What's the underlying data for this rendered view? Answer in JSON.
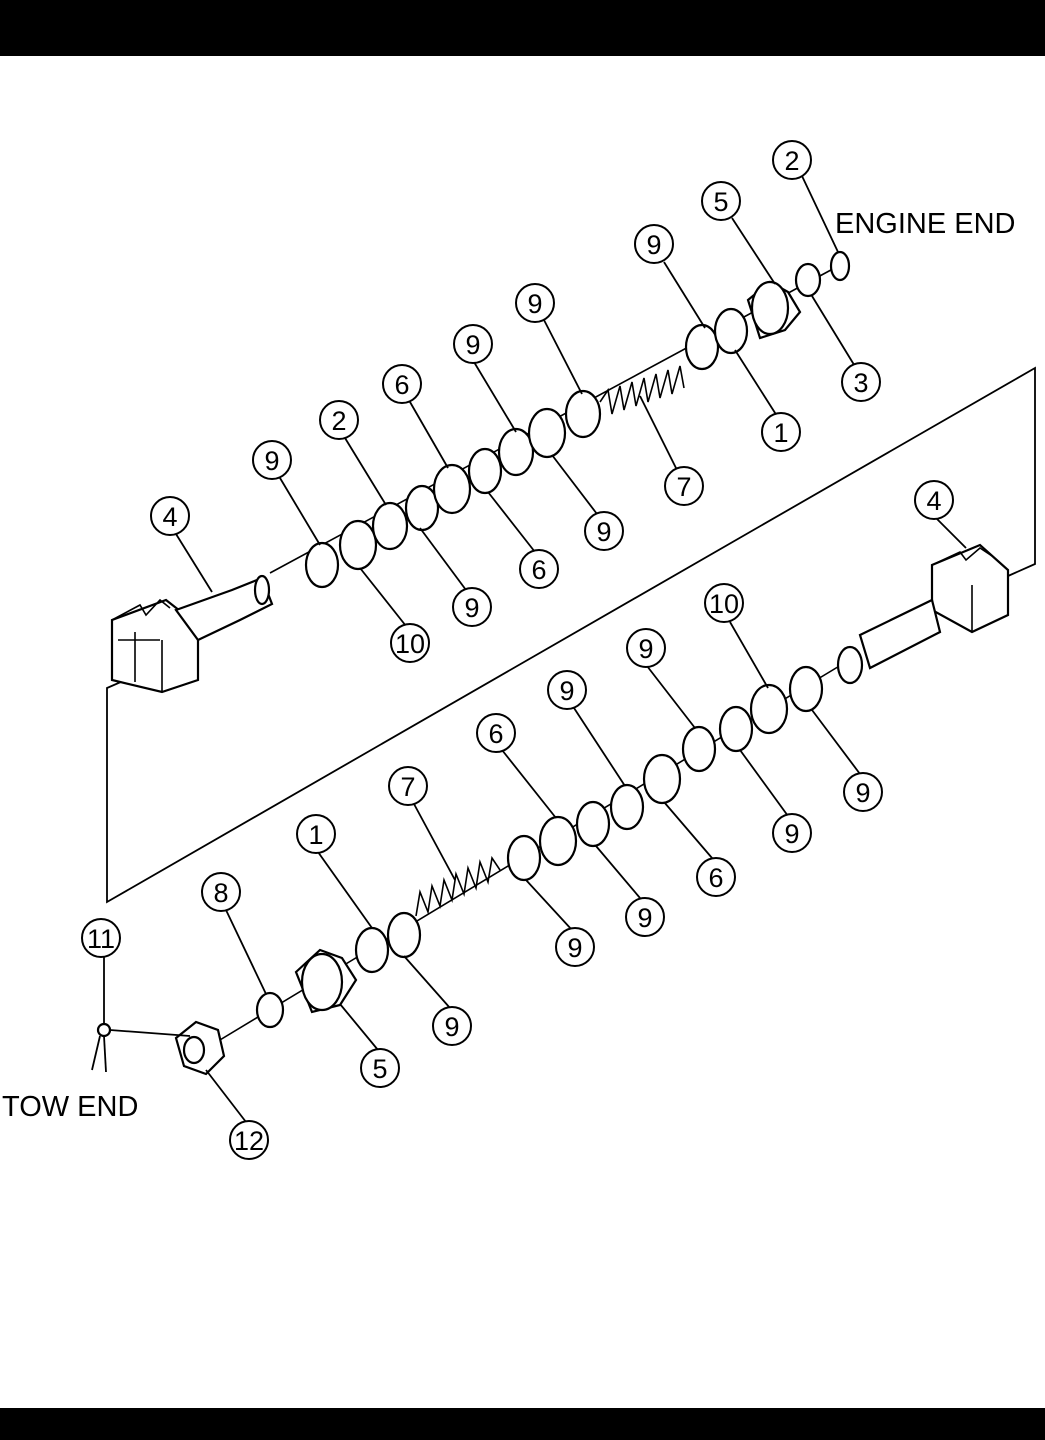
{
  "labels": {
    "engine_end": "ENGINE END",
    "tow_end": "TOW END"
  },
  "callouts": [
    {
      "id": "c-a-2",
      "text": "2"
    },
    {
      "id": "c-a-5",
      "text": "5"
    },
    {
      "id": "c-a-3",
      "text": "3"
    },
    {
      "id": "c-a-9a",
      "text": "9"
    },
    {
      "id": "c-a-1",
      "text": "1"
    },
    {
      "id": "c-a-9b",
      "text": "9"
    },
    {
      "id": "c-a-9c",
      "text": "9"
    },
    {
      "id": "c-a-7",
      "text": "7"
    },
    {
      "id": "c-a-6a",
      "text": "6"
    },
    {
      "id": "c-a-9d",
      "text": "9"
    },
    {
      "id": "c-a-6b",
      "text": "6"
    },
    {
      "id": "c-a-2b",
      "text": "2"
    },
    {
      "id": "c-a-9e",
      "text": "9"
    },
    {
      "id": "c-a-9f",
      "text": "9"
    },
    {
      "id": "c-a-4",
      "text": "4"
    },
    {
      "id": "c-a-10",
      "text": "10"
    },
    {
      "id": "c-a-9g",
      "text": "9"
    },
    {
      "id": "c-b-4",
      "text": "4"
    },
    {
      "id": "c-b-10",
      "text": "10"
    },
    {
      "id": "c-b-9a",
      "text": "9"
    },
    {
      "id": "c-b-9b",
      "text": "9"
    },
    {
      "id": "c-b-9c",
      "text": "9"
    },
    {
      "id": "c-b-6a",
      "text": "6"
    },
    {
      "id": "c-b-9d",
      "text": "9"
    },
    {
      "id": "c-b-6b",
      "text": "6"
    },
    {
      "id": "c-b-9e",
      "text": "9"
    },
    {
      "id": "c-b-7",
      "text": "7"
    },
    {
      "id": "c-b-9f",
      "text": "9"
    },
    {
      "id": "c-b-1",
      "text": "1"
    },
    {
      "id": "c-b-9g",
      "text": "9"
    },
    {
      "id": "c-b-8",
      "text": "8"
    },
    {
      "id": "c-b-5",
      "text": "5"
    },
    {
      "id": "c-b-11",
      "text": "11"
    },
    {
      "id": "c-b-12",
      "text": "12"
    }
  ]
}
